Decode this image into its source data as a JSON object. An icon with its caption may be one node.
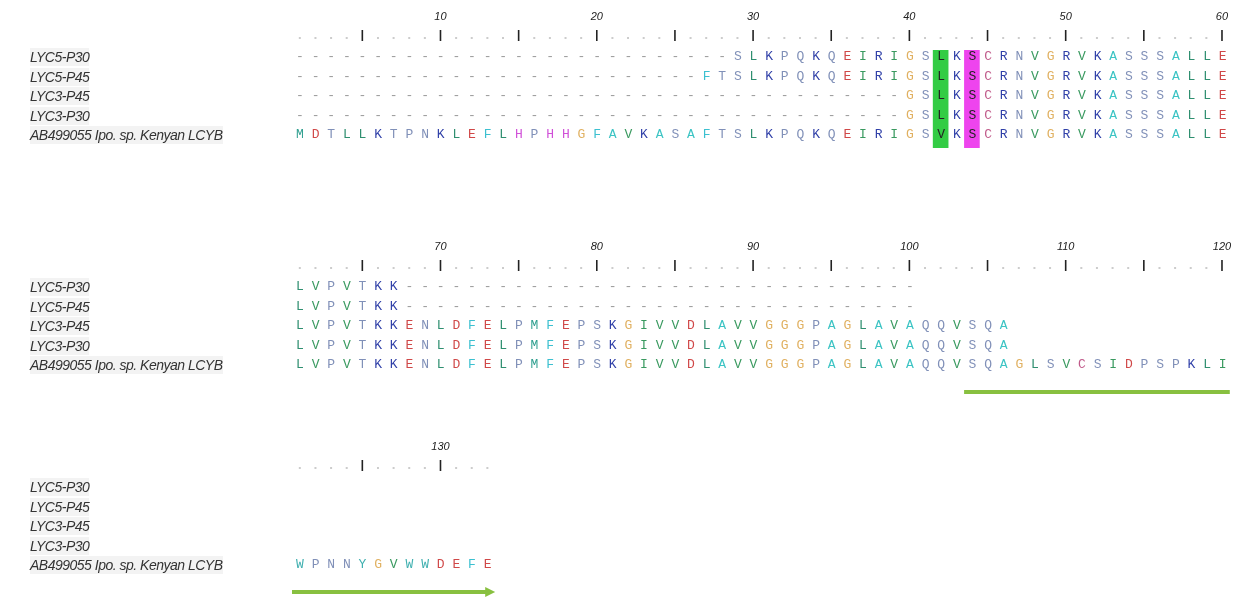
{
  "diagram": {
    "labels": [
      "10",
      "20",
      "30",
      "40",
      "50",
      "60",
      "LYC5-P30",
      "----------------------------SLKPQKQEIRIGSLKSCRNVGRVKASSSALLE",
      "LYC5-P45",
      "--------------------------FTSLKPQKQEIRIGSLKSCRNVGRVKASSSALLE",
      "LYC3-P45",
      "---------------------------------------GSLKSCRNVGRVKASSSALLE",
      "LYC3-P30",
      "---------------------------------------GSLKSCRNVGRVKASSSALLE",
      "AB499055 Ipo. sp. Kenyan LCYB",
      "MDTLLKTPNKLEFLHPHHGFAVKASAFTSLKPQKQEIRIGSVKSCRNVGRVKASSSALLE",
      "70",
      "80",
      "90",
      "100",
      "110",
      "120",
      "LYC5-P30",
      "LVPVTKK---------------------------------",
      "LYC5-P45",
      "LVPVTKK---------------------------------",
      "LYC3-P45",
      "LVPVTKKENLDFELPMFEPSKGIVVDLAVVGGGPAGLAVAQQVSQA",
      "LYC3-P30",
      "LVPVTKKENLDFELPMFEPSKGIVVDLAVVGGGPAGLAVAQQVSQA",
      "AB499055 Ipo. sp. Kenyan LCYB",
      "LVPVTKKENLDFELPMFEPSKGIVVDLAVVGGGPAGLAVAQQVSQAGLSVCSIDPSPKLI",
      "130",
      "LYC5-P30",
      "LYC5-P45",
      "LYC3-P45",
      "LYC3-P30",
      "AB499055 Ipo. sp. Kenyan LCYB",
      "WPNNYGVWWDEFE"
    ]
  }
}
